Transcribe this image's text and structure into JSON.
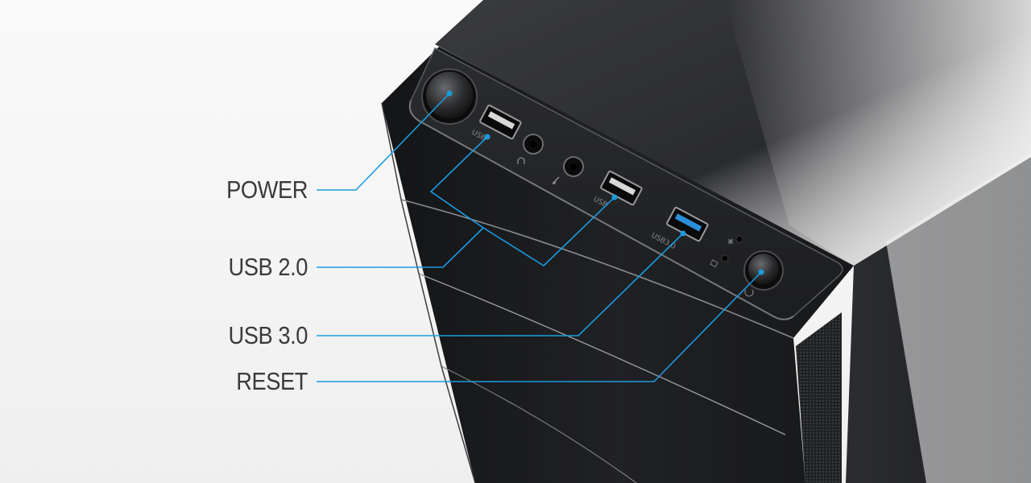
{
  "callouts": {
    "power": "POWER",
    "usb2": "USB 2.0",
    "usb3": "USB 3.0",
    "reset": "RESET"
  },
  "port_markings": {
    "usb_left": "USB",
    "usb_mid": "USB",
    "usb3": "USB3.0"
  },
  "colors": {
    "callout_line": "#1a9be0",
    "case_body": "#1e1f21",
    "usb3_insert": "#2a8fd8"
  },
  "icons": [
    "power-button-icon",
    "headphone-jack-icon",
    "microphone-jack-icon",
    "hdd-led-icon",
    "power-led-icon",
    "reset-button-icon"
  ]
}
